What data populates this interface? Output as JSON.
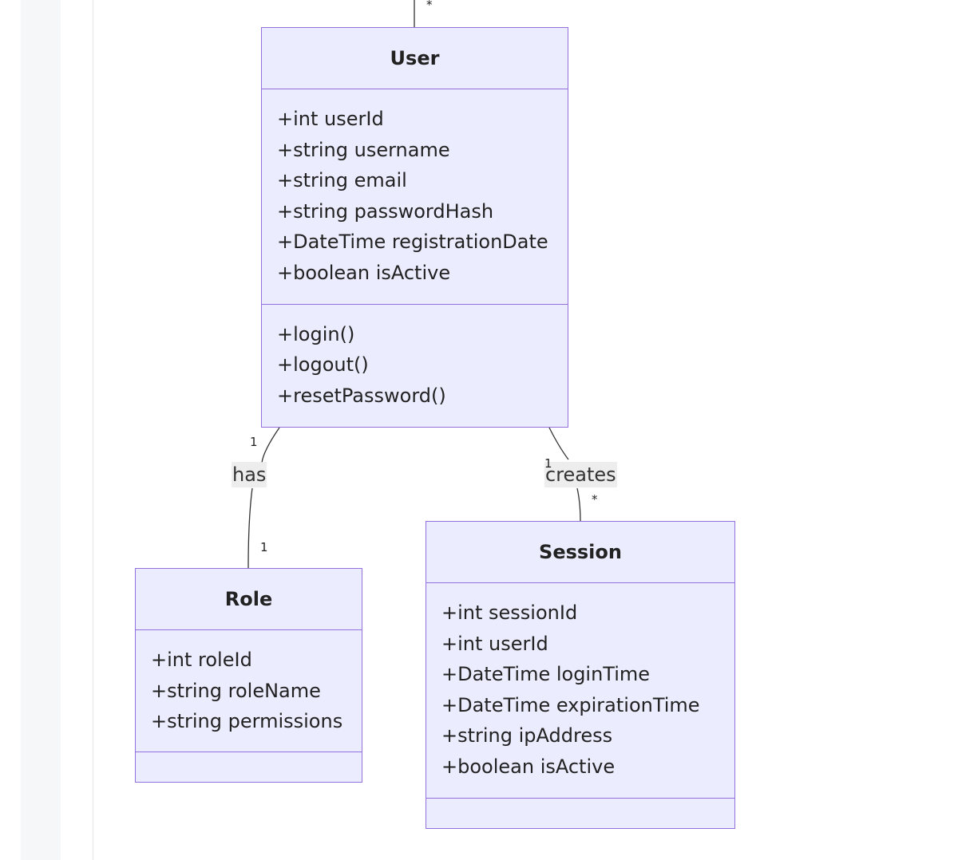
{
  "diagram": {
    "classes": {
      "user": {
        "name": "User",
        "attributes": [
          "+int userId",
          "+string username",
          "+string email",
          "+string passwordHash",
          "+DateTime registrationDate",
          "+boolean isActive"
        ],
        "methods": [
          "+login()",
          "+logout()",
          "+resetPassword()"
        ]
      },
      "role": {
        "name": "Role",
        "attributes": [
          "+int roleId",
          "+string roleName",
          "+string permissions"
        ],
        "methods": []
      },
      "session": {
        "name": "Session",
        "attributes": [
          "+int sessionId",
          "+int userId",
          "+DateTime loginTime",
          "+DateTime expirationTime",
          "+string ipAddress",
          "+boolean isActive"
        ],
        "methods": []
      }
    },
    "relations": {
      "top": {
        "mult_end": "*"
      },
      "has": {
        "label": "has",
        "mult_from": "1",
        "mult_to": "1"
      },
      "creates": {
        "label": "creates",
        "mult_from": "1",
        "mult_to": "*"
      }
    },
    "colors": {
      "fill": "#ececff",
      "stroke": "#9370db",
      "line": "#333333"
    }
  }
}
